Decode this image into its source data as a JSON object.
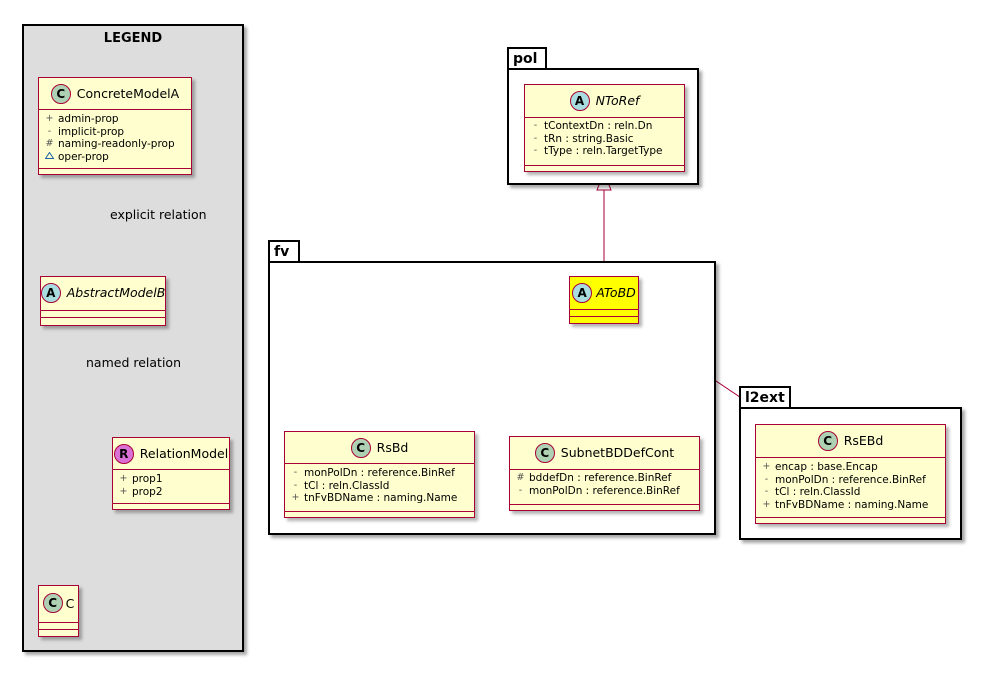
{
  "legend": {
    "title": "LEGEND",
    "concrete_class": {
      "name": "ConcreteModelA",
      "badge": "C",
      "attributes": [
        {
          "visibility": "public",
          "name": "admin-prop"
        },
        {
          "visibility": "private",
          "name": "implicit-prop"
        },
        {
          "visibility": "protected",
          "name": "naming-readonly-prop"
        },
        {
          "visibility": "package",
          "name": "oper-prop"
        }
      ]
    },
    "explicit_relation_label": "explicit relation",
    "abstract_class": {
      "name": "AbstractModelB",
      "badge": "A"
    },
    "named_relation_label": "named relation",
    "relation_model": {
      "name": "RelationModel",
      "badge": "R",
      "attributes": [
        {
          "visibility": "public",
          "name": "prop1"
        },
        {
          "visibility": "public",
          "name": "prop2"
        }
      ]
    },
    "target_class": {
      "name": "C",
      "badge": "C"
    }
  },
  "packages": {
    "pol": {
      "name": "pol",
      "class": {
        "name": "NToRef",
        "badge": "A",
        "attributes": [
          {
            "visibility": "private",
            "name": "tContextDn : reln.Dn"
          },
          {
            "visibility": "private",
            "name": "tRn : string.Basic"
          },
          {
            "visibility": "private",
            "name": "tType : reln.TargetType"
          }
        ]
      }
    },
    "fv": {
      "name": "fv",
      "atobd": {
        "name": "AToBD",
        "badge": "A"
      },
      "rsbd": {
        "name": "RsBd",
        "badge": "C",
        "attributes": [
          {
            "visibility": "private",
            "name": "monPolDn : reference.BinRef"
          },
          {
            "visibility": "private",
            "name": "tCl : reln.ClassId"
          },
          {
            "visibility": "public",
            "name": "tnFvBDName : naming.Name"
          }
        ]
      },
      "subnet": {
        "name": "SubnetBDDefCont",
        "badge": "C",
        "attributes": [
          {
            "visibility": "protected",
            "name": "bddefDn : reference.BinRef"
          },
          {
            "visibility": "private",
            "name": "monPolDn : reference.BinRef"
          }
        ]
      }
    },
    "l2ext": {
      "name": "l2ext",
      "class": {
        "name": "RsEBd",
        "badge": "C",
        "attributes": [
          {
            "visibility": "public",
            "name": "encap : base.Encap"
          },
          {
            "visibility": "private",
            "name": "monPolDn : reference.BinRef"
          },
          {
            "visibility": "private",
            "name": "tCl : reln.ClassId"
          },
          {
            "visibility": "public",
            "name": "tnFvBDName : naming.Name"
          }
        ]
      }
    }
  },
  "colors": {
    "class_fill": "#fefece",
    "class_border": "#a80036",
    "highlight_fill": "#ffff00",
    "legend_background": "#dddddd",
    "badge_concrete": "#add1b2",
    "badge_abstract": "#a9dcdf",
    "badge_relation": "#da70d6"
  }
}
